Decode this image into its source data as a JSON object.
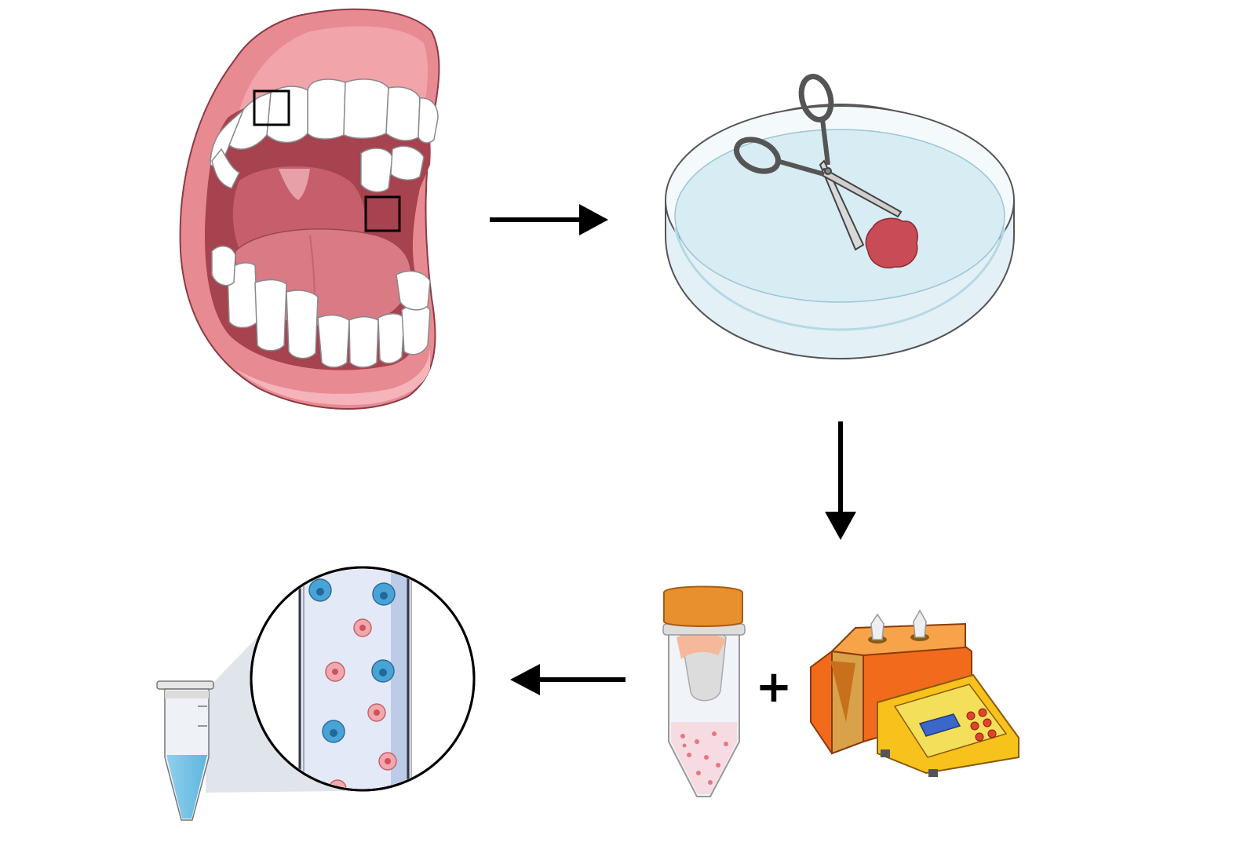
{
  "diagram": {
    "steps": [
      {
        "id": "mouth",
        "icon": "open-mouth-icon"
      },
      {
        "id": "dish",
        "icon": "petri-dish-with-scissors-icon"
      },
      {
        "id": "digest",
        "icon": "conical-tube-and-shaker-icon"
      },
      {
        "id": "cells",
        "icon": "microtube-with-cells-icon"
      }
    ],
    "operator": "+",
    "colors": {
      "lip": "#e88a92",
      "gum": "#f2aab0",
      "tongue": "#d97a85",
      "tooth": "#ffffff",
      "dish_liquid": "#d7ecf3",
      "tissue": "#c94b55",
      "tube_cap": "#e8902e",
      "shaker_orange": "#f26a1b",
      "shaker_yellow": "#f7c21b",
      "cell_blue": "#4aa3d6",
      "cell_red": "#e07a80"
    }
  }
}
